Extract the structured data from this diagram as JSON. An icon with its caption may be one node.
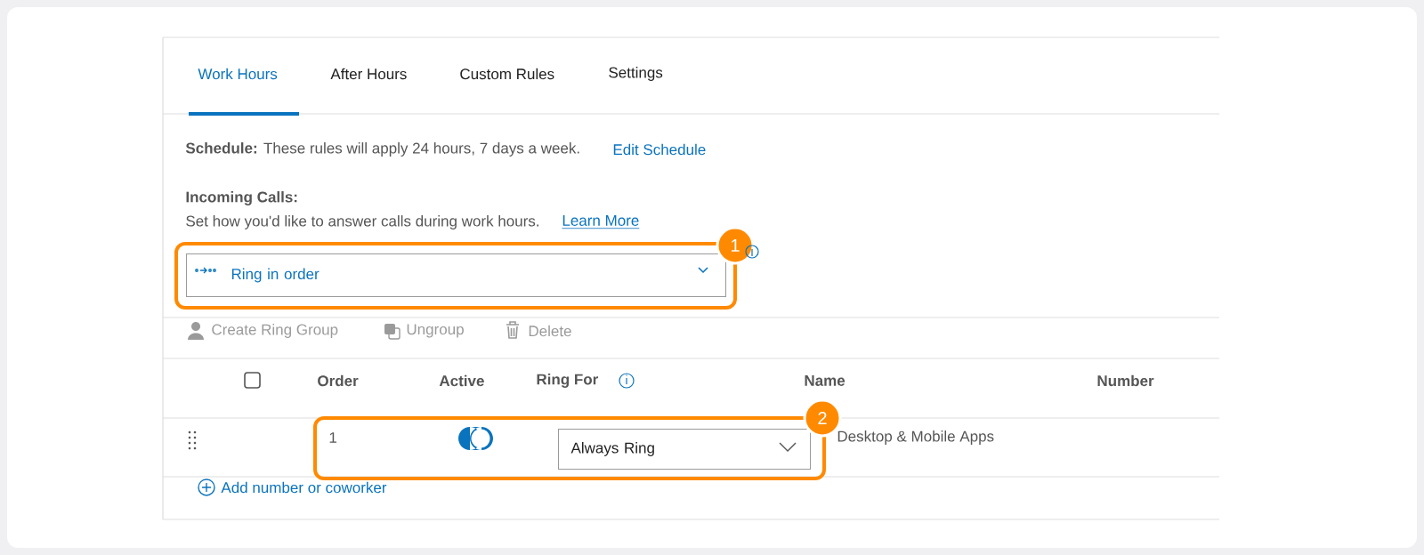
{
  "diagram": {
    "nodes": [
      {
        "text": [],
        "shape": "box"
      },
      {
        "text": [
          "Ring in order"
        ],
        "in": 0
      },
      {
        "text": [
          "1"
        ]
      },
      {
        "text": [],
        "shape": "box"
      },
      {
        "text": [
          "Always Ring"
        ],
        "in": 3
      },
      {
        "text": [
          "2"
        ]
      }
    ],
    "labels": [
      "Work Hours",
      "After Hours",
      "Custom Rules",
      "Settings",
      "**Schedule:** These rules will apply 24 hours, 7 days a week.",
      "Edit Schedule",
      "Incoming Calls:",
      "Set how you'd like to answer calls during work hours.",
      "Learn More",
      "Create Ring Group",
      "Ungroup",
      "Delete",
      "Order",
      "Active",
      "Ring For",
      "Name",
      "Number",
      "1",
      "Desktop & Mobile Apps",
      "Add number or coworker"
    ]
  }
}
